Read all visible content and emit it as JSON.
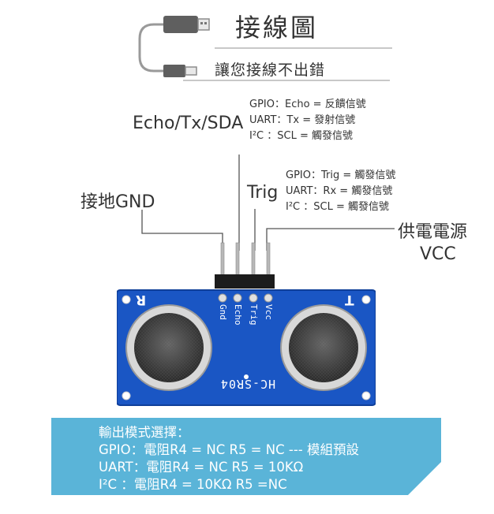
{
  "header": {
    "title": "接線圖",
    "subtitle": "讓您接線不出錯"
  },
  "labels": {
    "echo_pin": "Echo/Tx/SDA",
    "trig_pin": "Trig",
    "gnd_pin": "接地GND",
    "vcc_line1": "供電電源",
    "vcc_line2": "VCC"
  },
  "echo_notes": [
    "GPIO：Echo = 反饋信號",
    "UART：Tx  = 發射信號",
    "I²C ：SCL  = 觸發信號"
  ],
  "trig_notes": [
    "GPIO：Trig = 觸發信號",
    "UART：Rx  = 觸發信號",
    "I²C ：SCL = 觸發信號"
  ],
  "board": {
    "model": "HC-SR04",
    "pins": [
      "Gnd",
      "Echo",
      "Trig",
      "Vcc"
    ],
    "left_mark": "R",
    "right_mark": "T"
  },
  "info": {
    "lines": [
      "輸出模式選擇：",
      "GPIO：電阻R4 = NC  R5 = NC --- 模組預設",
      "UART：電阻R4 = NC  R5 = 10KΩ",
      "I²C ：電阻R4 = 10KΩ  R5 =NC"
    ]
  },
  "colors": {
    "board_blue": "#1a56c4",
    "info_box": "#5ab4d8",
    "line": "#555555",
    "rule": "#c8c8c8"
  }
}
